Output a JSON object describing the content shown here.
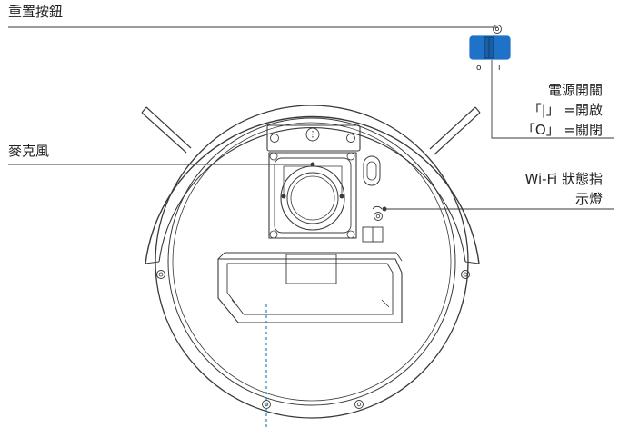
{
  "labels": {
    "reset_button": "重置按鈕",
    "power_switch_title": "電源開關",
    "power_on": "「|」 =開啟",
    "power_off": "「O」 =關閉",
    "microphone": "麥克風",
    "wifi_line1": "Wi-Fi 狀態指",
    "wifi_line2": "示燈"
  },
  "switch": {
    "mark_off": "o",
    "mark_on": "ı"
  },
  "colors": {
    "line": "#3a3a3a",
    "switch_blue": "#1e73c8",
    "dashed_line": "#2e7fb8"
  }
}
